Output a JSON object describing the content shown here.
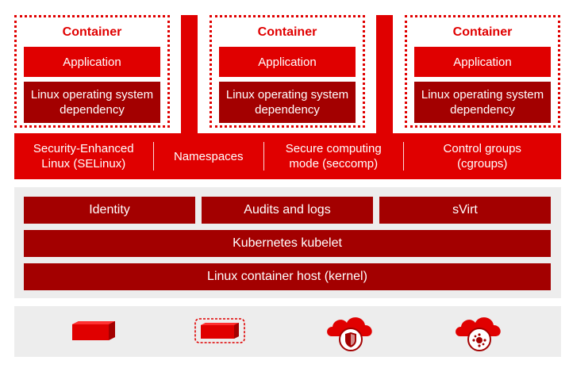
{
  "containers": [
    {
      "title": "Container",
      "application": "Application",
      "dependency": "Linux operating system dependency"
    },
    {
      "title": "Container",
      "application": "Application",
      "dependency": "Linux operating system dependency"
    },
    {
      "title": "Container",
      "application": "Application",
      "dependency": "Linux operating system dependency"
    }
  ],
  "security_layer": {
    "items": [
      "Security-Enhanced Linux (SELinux)",
      "Namespaces",
      "Secure computing mode (seccomp)",
      "Control groups (cgroups)"
    ]
  },
  "host": {
    "identity": "Identity",
    "audits": "Audits and logs",
    "svirt": "sVirt",
    "kubelet": "Kubernetes kubelet",
    "kernel": "Linux container host (kernel)"
  },
  "icons": [
    "server-icon",
    "virtual-server-icon",
    "private-cloud-icon",
    "public-cloud-icon"
  ],
  "colors": {
    "red": "#e00000",
    "dark_red": "#a30000",
    "panel_gray": "#ededed"
  }
}
